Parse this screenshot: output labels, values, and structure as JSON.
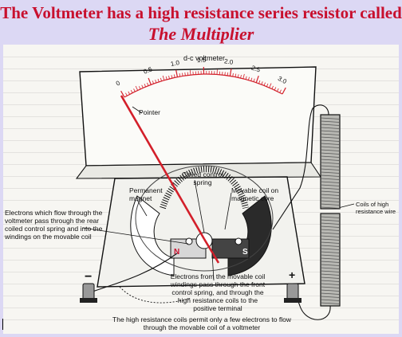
{
  "slide": {
    "title_line1": "The Voltmeter has a high resistance series resistor called",
    "title_line2": "The Multiplier"
  },
  "diagram": {
    "meter_label": "d-c voltmeter",
    "scale_ticks": [
      "0",
      "0.5",
      "1.0",
      "1.5",
      "2.0",
      "2.5",
      "3.0"
    ],
    "pointer_label": "Pointer",
    "spring_label": "Coiled control spring",
    "magnet_label": "Permanent magnet",
    "moving_coil_label": "Movable coil on magnetic core",
    "coils_label": "Coils of high resistance wire",
    "electrons_rear_label": "Electrons which flow through the voltmeter pass through the rear coiled control spring and into the windings on the movable coil",
    "electrons_front_label": "Electrons from the movable coil windings pass through the front control spring, and through the high resistance coils to the positive terminal",
    "north_pole": "N",
    "south_pole": "S",
    "minus_terminal": "−",
    "plus_terminal": "+",
    "caption": "The high resistance coils permit only a few electrons to flow through the movable coil of a voltmeter",
    "colors": {
      "pointer": "#d31f2a",
      "scale_ticks": "#d31f2a",
      "north_pole": "#c8102e"
    }
  }
}
